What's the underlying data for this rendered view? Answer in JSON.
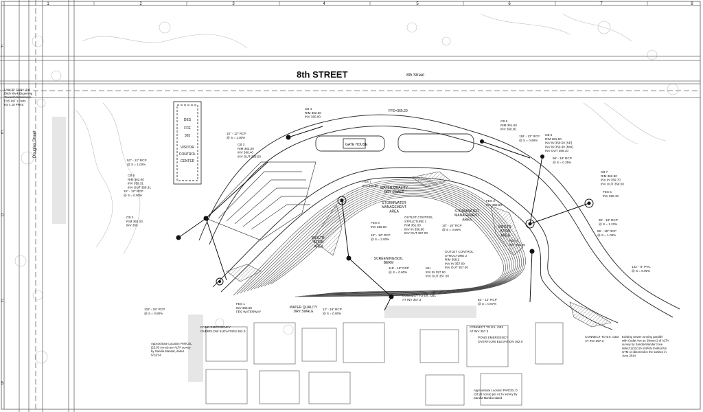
{
  "drawing": {
    "grid_columns": [
      "1",
      "2",
      "3",
      "4",
      "5",
      "6",
      "7",
      "8"
    ],
    "grid_rows": [
      "F",
      "E",
      "D",
      "C",
      "B"
    ],
    "street": {
      "name": "8th STREET",
      "small_label": "8th Street"
    },
    "side_road": "Douglas Street",
    "building": {
      "title": "GATE HOUSE",
      "ffe": "FFE=365.20"
    },
    "visitor_center": [
      "DES",
      "FFE",
      "365",
      "VISITOR",
      "CONTROL",
      "CENTER"
    ],
    "areas": [
      {
        "id": "wq-north",
        "lines": [
          "WATER QUALITY",
          "DRY SWALE"
        ]
      },
      {
        "id": "swm-1",
        "lines": [
          "STORMWATER",
          "MANAGEMENT",
          "AREA"
        ]
      },
      {
        "id": "swm-2",
        "lines": [
          "STORMWATER",
          "MANAGEMENT",
          "AREA"
        ]
      },
      {
        "id": "infil-1",
        "lines": [
          "INFILTR-",
          "ATION",
          "AREA"
        ]
      },
      {
        "id": "infil-2",
        "lines": [
          "INFILTR-",
          "ATION",
          "AREA"
        ]
      },
      {
        "id": "berm",
        "lines": [
          "SCREENING/SOIL",
          "BERM"
        ]
      },
      {
        "id": "wq-south",
        "lines": [
          "WATER QUALITY",
          "DRY SWALE"
        ]
      }
    ],
    "callouts": [
      {
        "id": "cb4",
        "lines": [
          "CB 4",
          "RIM 362.60",
          "INV 360.00"
        ]
      },
      {
        "id": "cb3",
        "lines": [
          "CB 3",
          "RIM 362.50",
          "INV 360.40",
          "INV OUT 359.50"
        ]
      },
      {
        "id": "pipe-15",
        "lines": [
          "15\" - 12\" RCP",
          "@ S = 1.00%"
        ]
      },
      {
        "id": "cb5",
        "lines": [
          "CB 5",
          "RIM 362.00",
          "INV 359.31",
          "INV OUT 359.31"
        ]
      },
      {
        "id": "cb2",
        "lines": [
          "CB 2",
          "RIM 362.00",
          "INV 359"
        ]
      },
      {
        "id": "pipe-52",
        "lines": [
          "52\" - 12\" RCP",
          "@ S = 1.00%"
        ]
      },
      {
        "id": "pipe-15b",
        "lines": [
          "15\" - 12\" RCP",
          "@ S = 0.90%"
        ]
      },
      {
        "id": "fes7",
        "lines": [
          "FES 7",
          "INV 358.50"
        ]
      },
      {
        "id": "ocs1",
        "lines": [
          "OUTLET CONTROL",
          "STRUCTURE 1",
          "RIM 361.00",
          "INV IN 356.00",
          "INV OUT 357.00"
        ]
      },
      {
        "id": "fes6",
        "lines": [
          "FES 6",
          "INV 356.50"
        ]
      },
      {
        "id": "pipe-18a",
        "lines": [
          "18\" - 18\" RCP",
          "@ S = 2.00%"
        ]
      },
      {
        "id": "pipe-18b",
        "lines": [
          "18\" - 18\" RCP",
          "@ S = 0.90%"
        ]
      },
      {
        "id": "ocs2",
        "lines": [
          "OUTLET CONTROL",
          "STRUCTURE 2",
          "RIM 358.2",
          "INV IN 357.00",
          "INV OUT 357.00"
        ]
      },
      {
        "id": "fes3",
        "lines": [
          "FES 3",
          "INV 355.50"
        ]
      },
      {
        "id": "fes4",
        "lines": [
          "FES 4",
          "INV 356.50"
        ]
      },
      {
        "id": "mh",
        "lines": [
          "MH",
          "INV IN 357.50",
          "INV OUT 357.00"
        ]
      },
      {
        "id": "pipe-118",
        "lines": [
          "118' - 18\" RCP",
          "@ S = 0.60%"
        ]
      },
      {
        "id": "cb6",
        "lines": [
          "CB 6",
          "RIM 361.60",
          "INV 360.00"
        ]
      },
      {
        "id": "pipe-118b",
        "lines": [
          "118' - 12\" RCP",
          "@ S = 0.90%"
        ]
      },
      {
        "id": "cb-se",
        "lines": [
          "CB 6",
          "RIM 361.60",
          "INV IN 359.50 (SE)",
          "INV IN 359.40 (NW)",
          "INV OUT 359.10"
        ]
      },
      {
        "id": "pipe-96",
        "lines": [
          "96' - 18\" RCP",
          "@ S = 0.35%"
        ]
      },
      {
        "id": "cb7",
        "lines": [
          "CB 7",
          "RIM 362.80",
          "INV IN 359.70",
          "INV OUT 359.50"
        ]
      },
      {
        "id": "fes5",
        "lines": [
          "FES 5",
          "INV 360.10"
        ]
      },
      {
        "id": "pipe-30",
        "lines": [
          "30' - 18\" RCP",
          "@ S = 1.22%"
        ]
      },
      {
        "id": "pipe-86",
        "lines": [
          "86' - 18\" RCP",
          "@ S = 1.00%"
        ]
      },
      {
        "id": "pipe-132",
        "lines": [
          "132' - 8\" PVC",
          "@ S = 0.90%"
        ]
      },
      {
        "id": "fes1",
        "lines": [
          "FES 1",
          "INV 366.60",
          "FES WATERWAY"
        ]
      },
      {
        "id": "pipe-102",
        "lines": [
          "102' - 18\" RCP",
          "@ S = 0.80%"
        ]
      },
      {
        "id": "pipe-12",
        "lines": [
          "12' - 18\" RCP",
          "@ S = 0.80%"
        ]
      },
      {
        "id": "pipe-82",
        "lines": [
          "82' - 12\" RCP",
          "@ S = 0.67%"
        ]
      },
      {
        "id": "cb1",
        "lines": [
          "CONNECT TO EX. CB1",
          "AT INV 357.3"
        ]
      },
      {
        "id": "cb2x",
        "lines": [
          "CONNECT TO EX. CB2",
          "AT INV 357.3"
        ]
      },
      {
        "id": "cb3x",
        "lines": [
          "CONNECT TO EX. CB3",
          "AT INV 357.3"
        ]
      },
      {
        "id": "pond-w",
        "lines": [
          "POND EMERGENCY",
          "OVERFLOW ELEVATION 362.0"
        ]
      },
      {
        "id": "pond-e",
        "lines": [
          "POND EMERGENCY",
          "OVERFLOW ELEVATION 362.0"
        ]
      }
    ],
    "notes": [
      {
        "id": "note-parcel-d",
        "lines": [
          "Approximate Location PARCEL",
          "(22.93 Acres) per ALTA survey",
          "by Sandia Mandar, dated",
          "5/22/14"
        ]
      },
      {
        "id": "note-parcel-d2",
        "lines": [
          "Approximate Location PARCEL D",
          "(33.93 Acres) per ALTA survey by",
          "Sandia Mandar dated"
        ]
      },
      {
        "id": "note-east",
        "lines": [
          "Existing Sewer running parallel",
          "with Cedar Ave as Shown 2 of ALTA",
          "survey by Sandia Mandar zone",
          "dated 12/22/16 entirely marked by",
          "UTM or observed in the surface in",
          "June 2014"
        ]
      },
      {
        "id": "note-west",
        "lines": [
          "Lane for Cargo Line",
          "Ditch Work Beginning",
          "Toward Maintenance",
          "EXS INT 1 Parts",
          "RS 4 18 PFNS"
        ]
      }
    ]
  }
}
